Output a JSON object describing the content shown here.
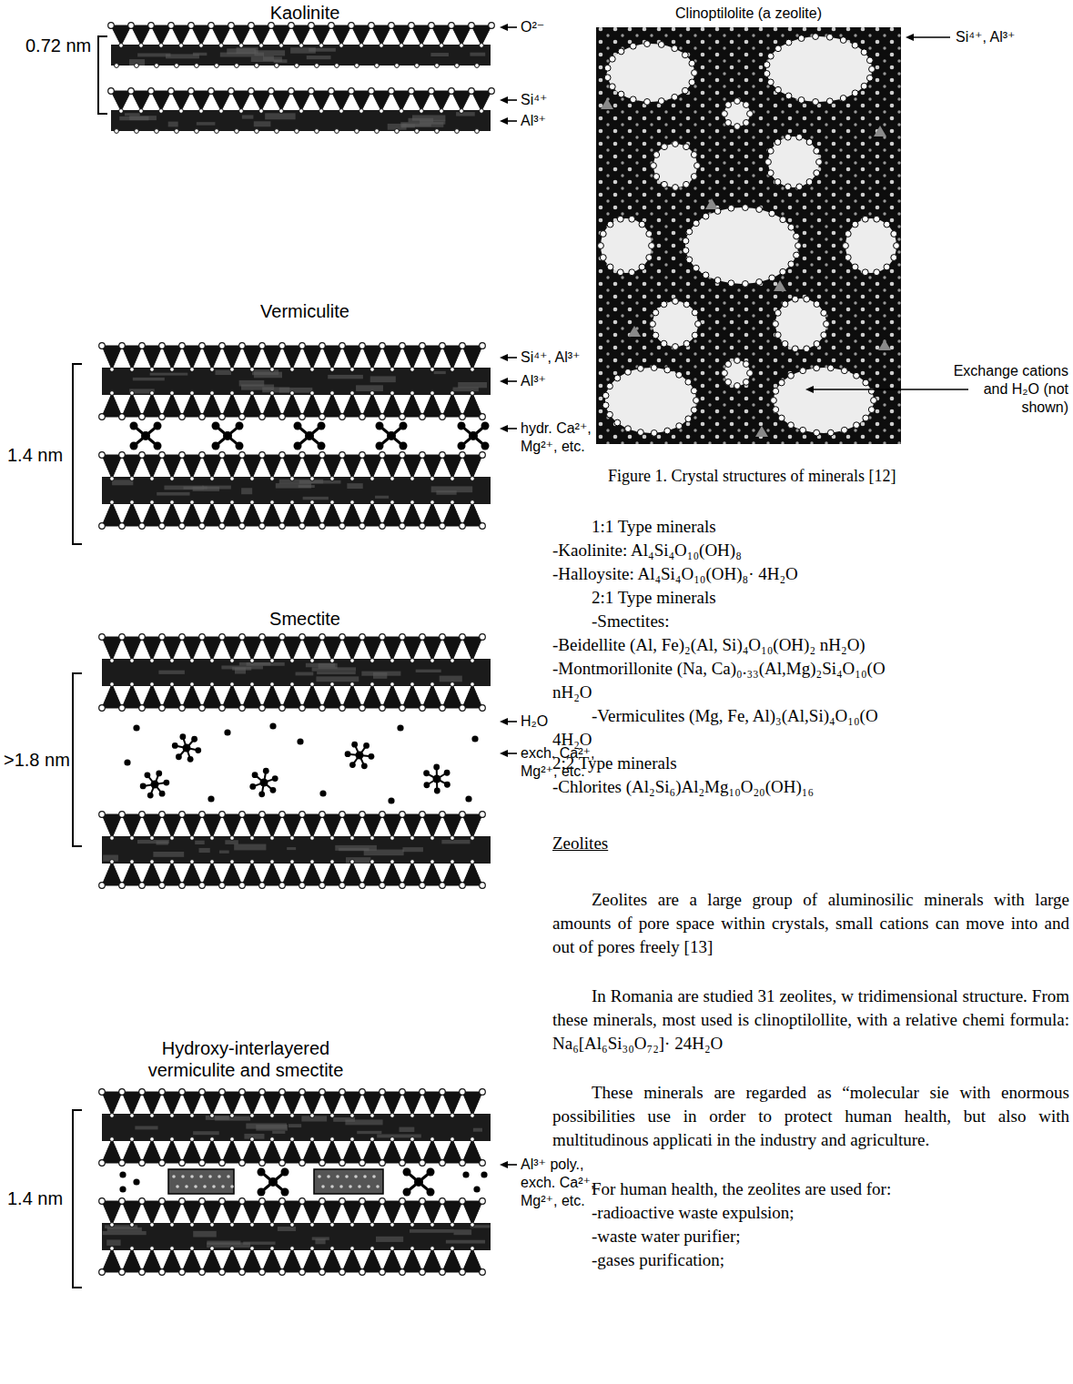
{
  "diagram": {
    "caption": "Figure 1. Crystal structures of minerals [12]",
    "labels": [
      "Kaolinite",
      "0.72 nm",
      "O²⁻",
      "Si⁴⁺",
      "Al³⁺",
      "Vermiculite",
      "1.4 nm",
      "Si⁴⁺, Al³⁺",
      "Al³⁺",
      "hydr. Ca²⁺, Mg²⁺, etc.",
      "Smectite",
      ">1.8 nm",
      "H₂O",
      "exch. Ca²⁺, Mg²⁺, etc.",
      "Hydroxy-interlayered vermiculite and smectite",
      "1.4 nm",
      "Al³⁺ poly., exch. Ca²⁺, Mg²⁺, etc.",
      "Clinoptilolite (a zeolite)",
      "Si⁴⁺, Al³⁺",
      "Exchange cations and H₂O (not shown)",
      "1:1 Type minerals",
      "-Kaolinite: Al₄Si₄O₁₀(OH)₈",
      "-Halloysite: Al₄Si₄O₁₀(OH)₈· 4H₂O",
      "2:1 Type minerals",
      "-Smectites:",
      "-Beidellite (Al, Fe)₂(Al, Si)₄O₁₀(OH)₂ nH₂O)",
      "-Montmorillonite (Na, Ca)₀.₃₃(Al,Mg)₂Si₄O₁₀(O",
      "nH₂O",
      "-Vermiculites (Mg, Fe, Al)₃(Al,Si)₄O₁₀(O",
      "4H₂O",
      "2:2 Type minerals",
      "-Chlorites (Al₂Si₆)Al₂Mg₁₀O₂₀(OH)₁₆",
      "Zeolites",
      "Zeolites are a large group of aluminosilic minerals with large amounts of pore space within crystals, small cations can move into and out of pores freely [13]",
      "In Romania are studied 31 zeolites, w tridimensional structure. From these minerals, most used is clinoptilollite, with a relative chemi formula: Na₆[Al₆Si₃₀O₇₂]· 24H₂O",
      "These minerals are regarded as “molecular sie with enormous possibilities use in order to protect human health, but also with multitudinous applicati in the industry and agriculture.",
      "For human health, the zeolites are used for:",
      "-radioactive waste expulsion;",
      "-waste water purifier;",
      "-gases purification;"
    ]
  }
}
